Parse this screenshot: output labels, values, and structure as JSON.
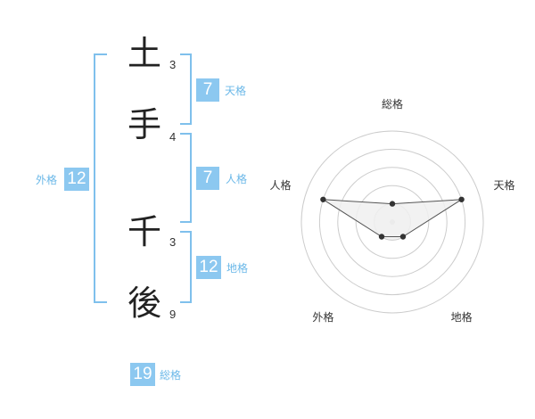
{
  "name_chars": [
    {
      "char": "土",
      "strokes": "3"
    },
    {
      "char": "手",
      "strokes": "4"
    },
    {
      "char": "千",
      "strokes": "3"
    },
    {
      "char": "後",
      "strokes": "9"
    }
  ],
  "fortunes": {
    "tenkaku": {
      "label": "天格",
      "value": "7"
    },
    "jinkaku": {
      "label": "人格",
      "value": "7"
    },
    "chikaku": {
      "label": "地格",
      "value": "12"
    },
    "gaikaku": {
      "label": "外格",
      "value": "12"
    },
    "soukaku": {
      "label": "総格",
      "value": "19"
    }
  },
  "colors": {
    "accent": "#8cc8f0",
    "accent_text": "#6bb8e8",
    "bracket": "#7fc0ec",
    "grid": "#cccccc",
    "polygon_fill": "#f0f0f0"
  },
  "chart_data": {
    "type": "radar",
    "axes": [
      "総格",
      "天格",
      "地格",
      "外格",
      "人格"
    ],
    "scale_max": 5,
    "rings": 5,
    "values": [
      1,
      4,
      1,
      1,
      4
    ]
  }
}
